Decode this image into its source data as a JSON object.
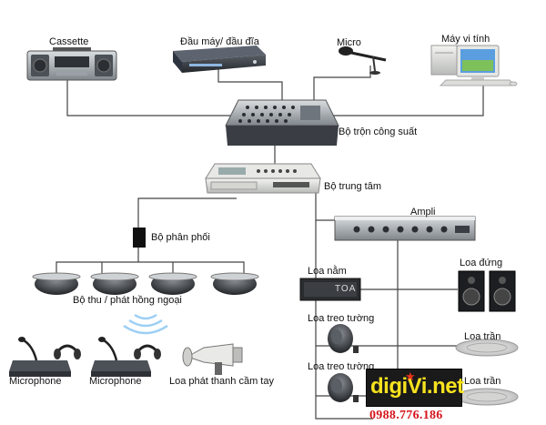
{
  "devices": {
    "cassette": "Cassette",
    "player": "Đầu máy/ đầu đĩa",
    "micro": "Micro",
    "computer": "Máy vi tính",
    "mixer": "Bộ trộn công suất",
    "central": "Bộ trung tâm",
    "ampli": "Ampli",
    "splitter": "Bộ phân phối",
    "ir_receiver": "Bộ thu / phát hồng ngoại",
    "microphone_1": "Microphone",
    "microphone_2": "Microphone",
    "megaphone": "Loa phát thanh cầm tay",
    "box_speaker": "Loa nằm",
    "box_speaker_brand": "TOA",
    "floor_speaker": "Loa đứng",
    "wall_speaker_1": "Loa treo tường",
    "wall_speaker_2": "Loa treo tường",
    "ceiling_speaker_1": "Loa trần",
    "ceiling_speaker_2": "Loa trần"
  },
  "branding": {
    "logo": "digiVi.net",
    "phone": "0988.776.186"
  },
  "colors": {
    "line": "#444444",
    "phone": "#d4161c",
    "logo_text": "#f7e21e",
    "logo_bg": "#1a1a1a"
  }
}
